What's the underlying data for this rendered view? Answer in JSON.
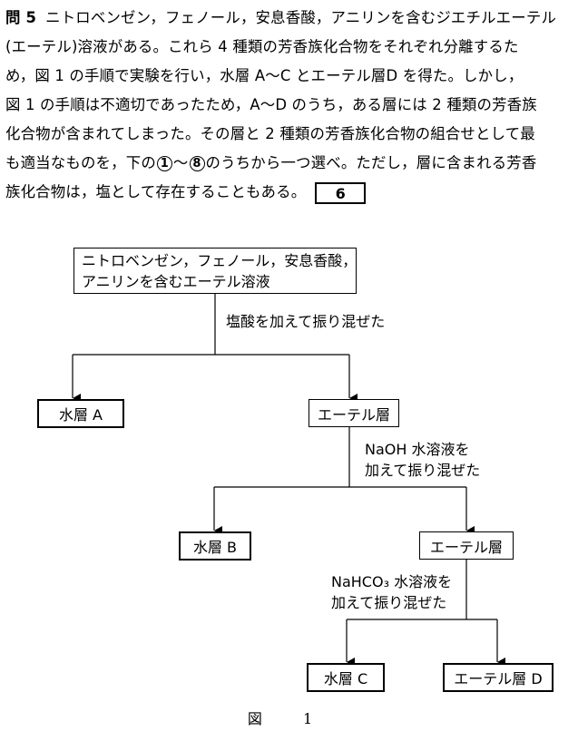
{
  "question": {
    "number": "問 5",
    "line1": "ニトロベンゼン，フェノール，安息香酸，アニリンを含むジエチルエーテル",
    "line2": "(エーテル)溶液がある。これら 4 種類の芳香族化合物をそれぞれ分離するた",
    "line3": "め，図 1 の手順で実験を行い，水層 A～C とエーテル層D を得た。しかし，",
    "line4": "図 1 の手順は不適切であったため，A～D のうち，ある層には 2 種類の芳香族",
    "line5": "化合物が含まれてしまった。その層と 2 種類の芳香族化合物の組合せとして最",
    "line6_a": "も適当なものを，下の",
    "choice_first": "1",
    "line6_b": "～",
    "choice_last": "8",
    "line6_c": "のうちから一つ選べ。ただし，層に含まれる芳香",
    "line7": "族化合物は，塩として存在することもある。",
    "answer_box": "6"
  },
  "flowchart": {
    "start_line1": "ニトロベンゼン，フェノール，安息香酸，",
    "start_line2": "アニリンを含むエーテル溶液",
    "op1": "塩酸を加えて振り混ぜた",
    "water_a": "水層 A",
    "ether_1": "エーテル層",
    "op2_line1": "NaOH 水溶液を",
    "op2_line2": "加えて振り混ぜた",
    "water_b": "水層 B",
    "ether_2": "エーテル層",
    "op3_line1": "NaHCO₃ 水溶液を",
    "op3_line2": "加えて振り混ぜた",
    "water_c": "水層 C",
    "ether_d": "エーテル層 D"
  },
  "caption": "図 1"
}
